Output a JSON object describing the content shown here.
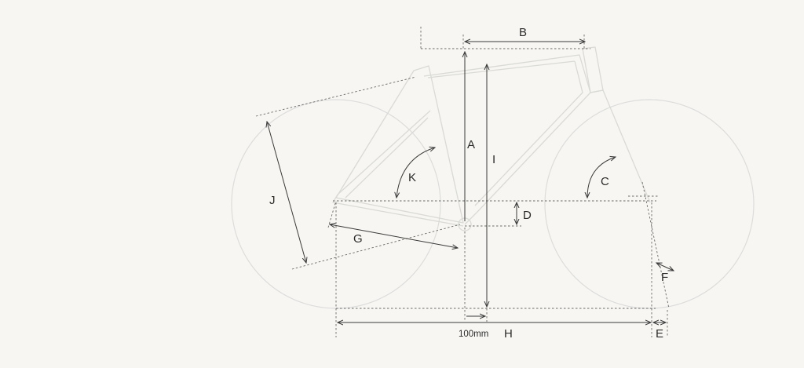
{
  "labels": {
    "A": "A",
    "B": "B",
    "C": "C",
    "D": "D",
    "E": "E",
    "F": "F",
    "G": "G",
    "H": "H",
    "I": "I",
    "J": "J",
    "K": "K"
  },
  "note_100mm": "100mm",
  "colors": {
    "background": "#f7f6f2",
    "frame": "#d9d9d6",
    "dimension": "#3a3a3a"
  }
}
